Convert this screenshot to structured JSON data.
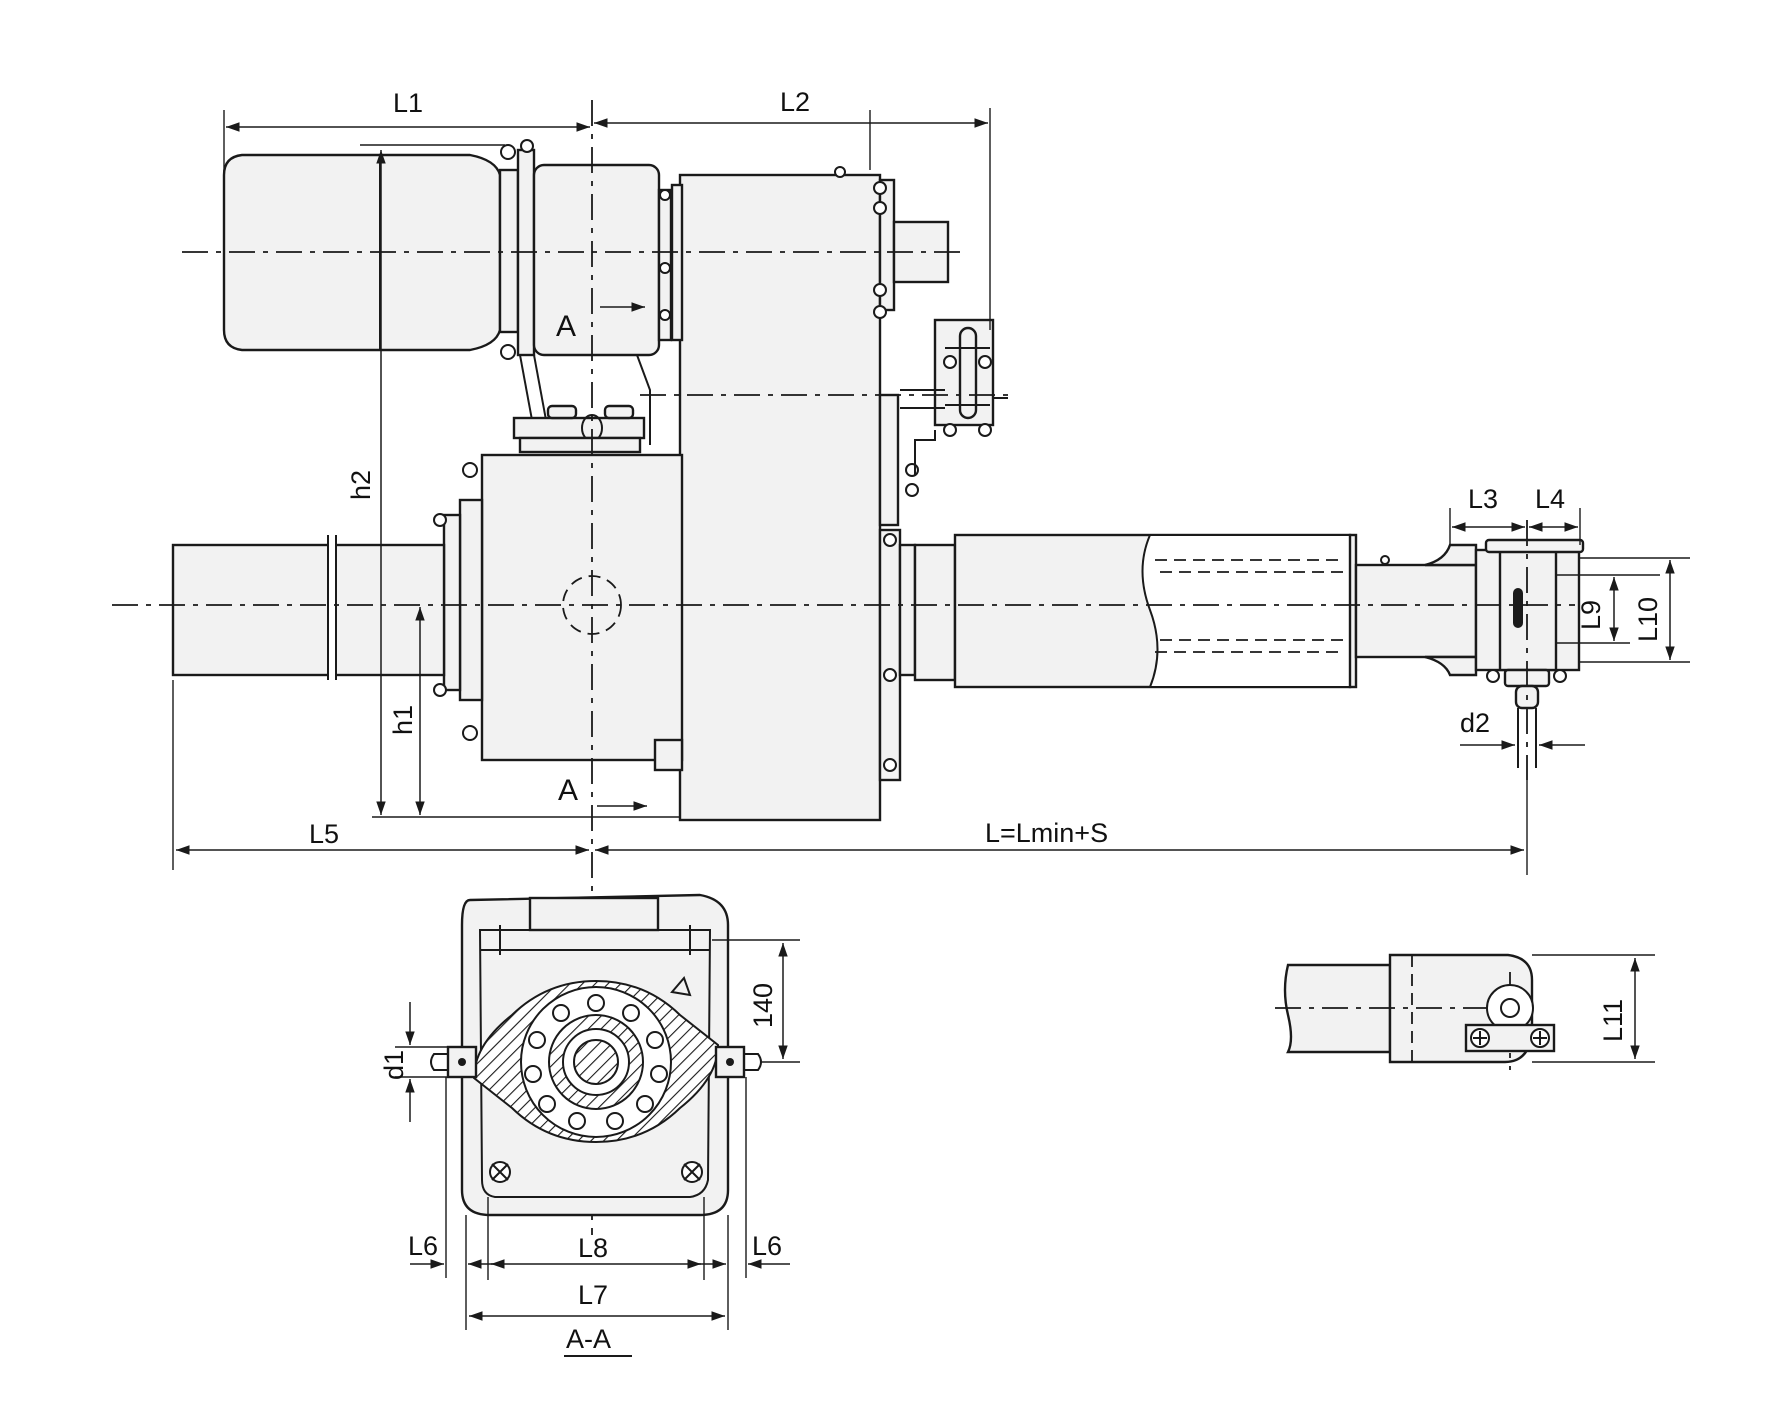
{
  "labels": {
    "L1": "L1",
    "L2": "L2",
    "L3": "L3",
    "L4": "L4",
    "L5": "L5",
    "L6_left": "L6",
    "L6_right": "L6",
    "L7": "L7",
    "L8": "L8",
    "L9": "L9",
    "L10": "L10",
    "L11": "L11",
    "h1": "h1",
    "h2": "h2",
    "d1": "d1",
    "d2": "d2",
    "L_total": "L=Lmin+S",
    "dim_140": "140",
    "section_mark_top": "A",
    "section_mark_bottom": "A",
    "section_title": "A-A"
  },
  "colors": {
    "line": "#1a1a1a",
    "fill": "#f2f2f2",
    "background": "#ffffff"
  }
}
